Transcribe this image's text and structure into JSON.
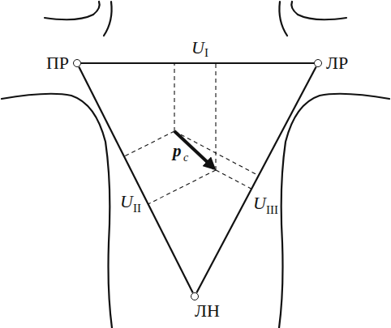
{
  "diagram": {
    "nodes": [
      {
        "text": [
          "ПР"
        ]
      },
      {
        "text": [
          "ЛР"
        ]
      },
      {
        "text": [
          "ЛН"
        ]
      }
    ],
    "edges": [
      {
        "from": 0,
        "to": 1,
        "arrow": "none"
      },
      {
        "from": 0,
        "to": 2,
        "arrow": "none"
      },
      {
        "from": 1,
        "to": 2,
        "arrow": "none"
      }
    ],
    "labels": [
      "U",
      "I",
      "U",
      "II",
      "U",
      "III",
      "p",
      "c"
    ]
  }
}
